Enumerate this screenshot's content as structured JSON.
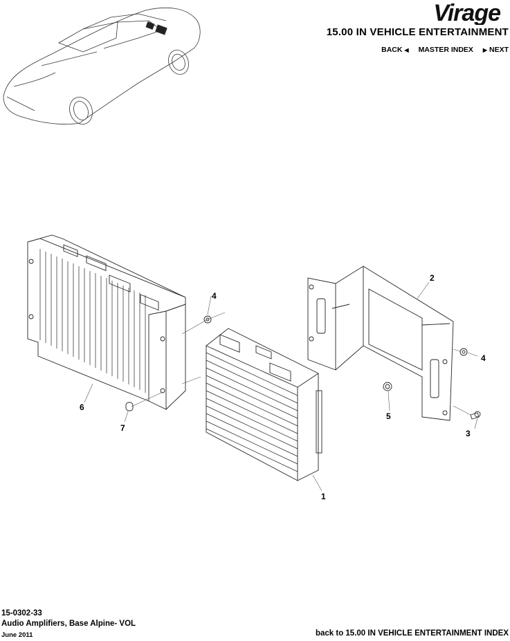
{
  "header": {
    "brand": "Virage",
    "section_title": "15.00 IN VEHICLE ENTERTAINMENT",
    "nav": {
      "back": "BACK",
      "back_icon": "triangle-left-icon",
      "master_index": "MASTER INDEX",
      "next_icon": "triangle-right-icon",
      "next": "NEXT"
    }
  },
  "overview": {
    "image": "car-locator-illustration",
    "highlight": "amplifier-location"
  },
  "diagram": {
    "callouts": [
      {
        "num": "1",
        "part": "amplifier-module-small"
      },
      {
        "num": "2",
        "part": "mounting-bracket"
      },
      {
        "num": "3",
        "part": "screw"
      },
      {
        "num": "4",
        "part": "grommet"
      },
      {
        "num": "4",
        "part": "grommet"
      },
      {
        "num": "5",
        "part": "nut"
      },
      {
        "num": "6",
        "part": "amplifier-module-large"
      },
      {
        "num": "7",
        "part": "spacer"
      }
    ]
  },
  "footer": {
    "code": "15-0302-33",
    "description": "Audio Amplifiers, Base Alpine- VOL",
    "date": "June 2011",
    "back_link": "back to 15.00 IN VEHICLE ENTERTAINMENT INDEX"
  }
}
